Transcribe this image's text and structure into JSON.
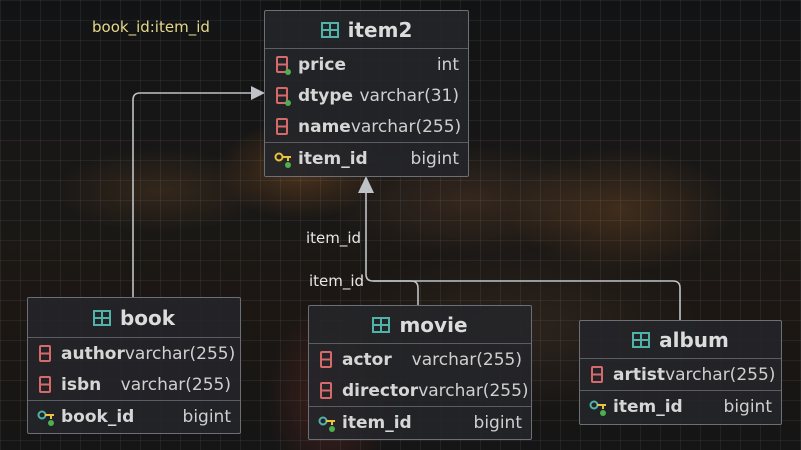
{
  "edge_labels": {
    "book_fk": "book_id:item_id",
    "movie_fk": "item_id",
    "album_fk": "item_id"
  },
  "icons": {
    "table": "table-grid-icon",
    "column": "column-icon",
    "primary_key": "primary-key-icon"
  },
  "colors": {
    "table_icon": "#4fb3a9",
    "column_icon": "#d46a6a",
    "key_icon": "#e8c33b",
    "notnull_dot": "#4caf50"
  },
  "tables": {
    "item2": {
      "name": "item2",
      "columns": [
        {
          "name": "price",
          "type": "int"
        },
        {
          "name": "dtype",
          "type": "varchar(31)"
        },
        {
          "name": "name",
          "type": "varchar(255)"
        },
        {
          "name": "item_id",
          "type": "bigint"
        }
      ]
    },
    "book": {
      "name": "book",
      "columns": [
        {
          "name": "author",
          "type": "varchar(255)"
        },
        {
          "name": "isbn",
          "type": "varchar(255)"
        },
        {
          "name": "book_id",
          "type": "bigint"
        }
      ]
    },
    "movie": {
      "name": "movie",
      "columns": [
        {
          "name": "actor",
          "type": "varchar(255)"
        },
        {
          "name": "director",
          "type": "varchar(255)"
        },
        {
          "name": "item_id",
          "type": "bigint"
        }
      ]
    },
    "album": {
      "name": "album",
      "columns": [
        {
          "name": "artist",
          "type": "varchar(255)"
        },
        {
          "name": "item_id",
          "type": "bigint"
        }
      ]
    }
  }
}
